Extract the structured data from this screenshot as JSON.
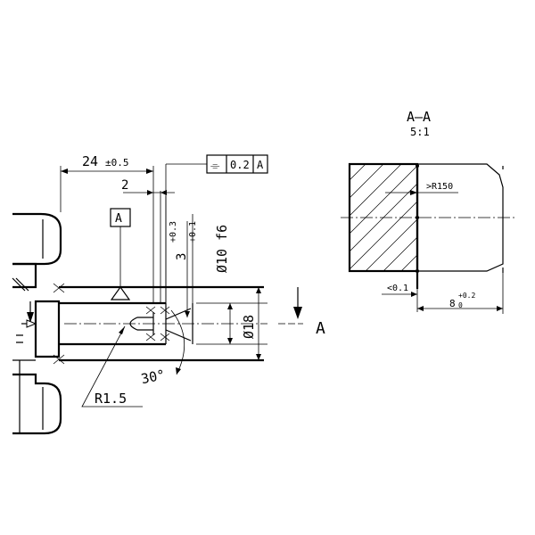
{
  "main_view": {
    "dim_24": "24",
    "dim_24_tol": "±0.5",
    "dim_2": "2",
    "dim_3": "3",
    "dim_3_tol_upper": "+0.3",
    "dim_3_tol_lower": "+0.1",
    "dim_d10": "Ø10 f6",
    "dim_d18": "Ø18",
    "radius_label": "R1.5",
    "angle_label": "30°",
    "datum_label": "A",
    "section_label": "A",
    "gdt": {
      "symbol": "⌯",
      "tolerance": "0.2",
      "datum": "A"
    }
  },
  "section_view": {
    "title": "A–A",
    "scale": "5:1",
    "radius_note": ">R150",
    "tol_note": "<0.1",
    "dim_8": "8",
    "dim_8_tol_upper": "+0.2",
    "dim_8_tol_lower": "0"
  }
}
